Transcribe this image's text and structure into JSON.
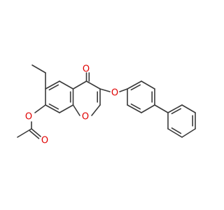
{
  "molecule": {
    "atom_labels": {
      "carbonyl_oxygen": "O",
      "ring_oxygen": "O",
      "ether_oxygen": "O",
      "ester_oxygen": "O",
      "acetyl_oxygen": "O"
    },
    "colors": {
      "bond": "#3a3a3a",
      "oxygen": "#e00000"
    }
  }
}
